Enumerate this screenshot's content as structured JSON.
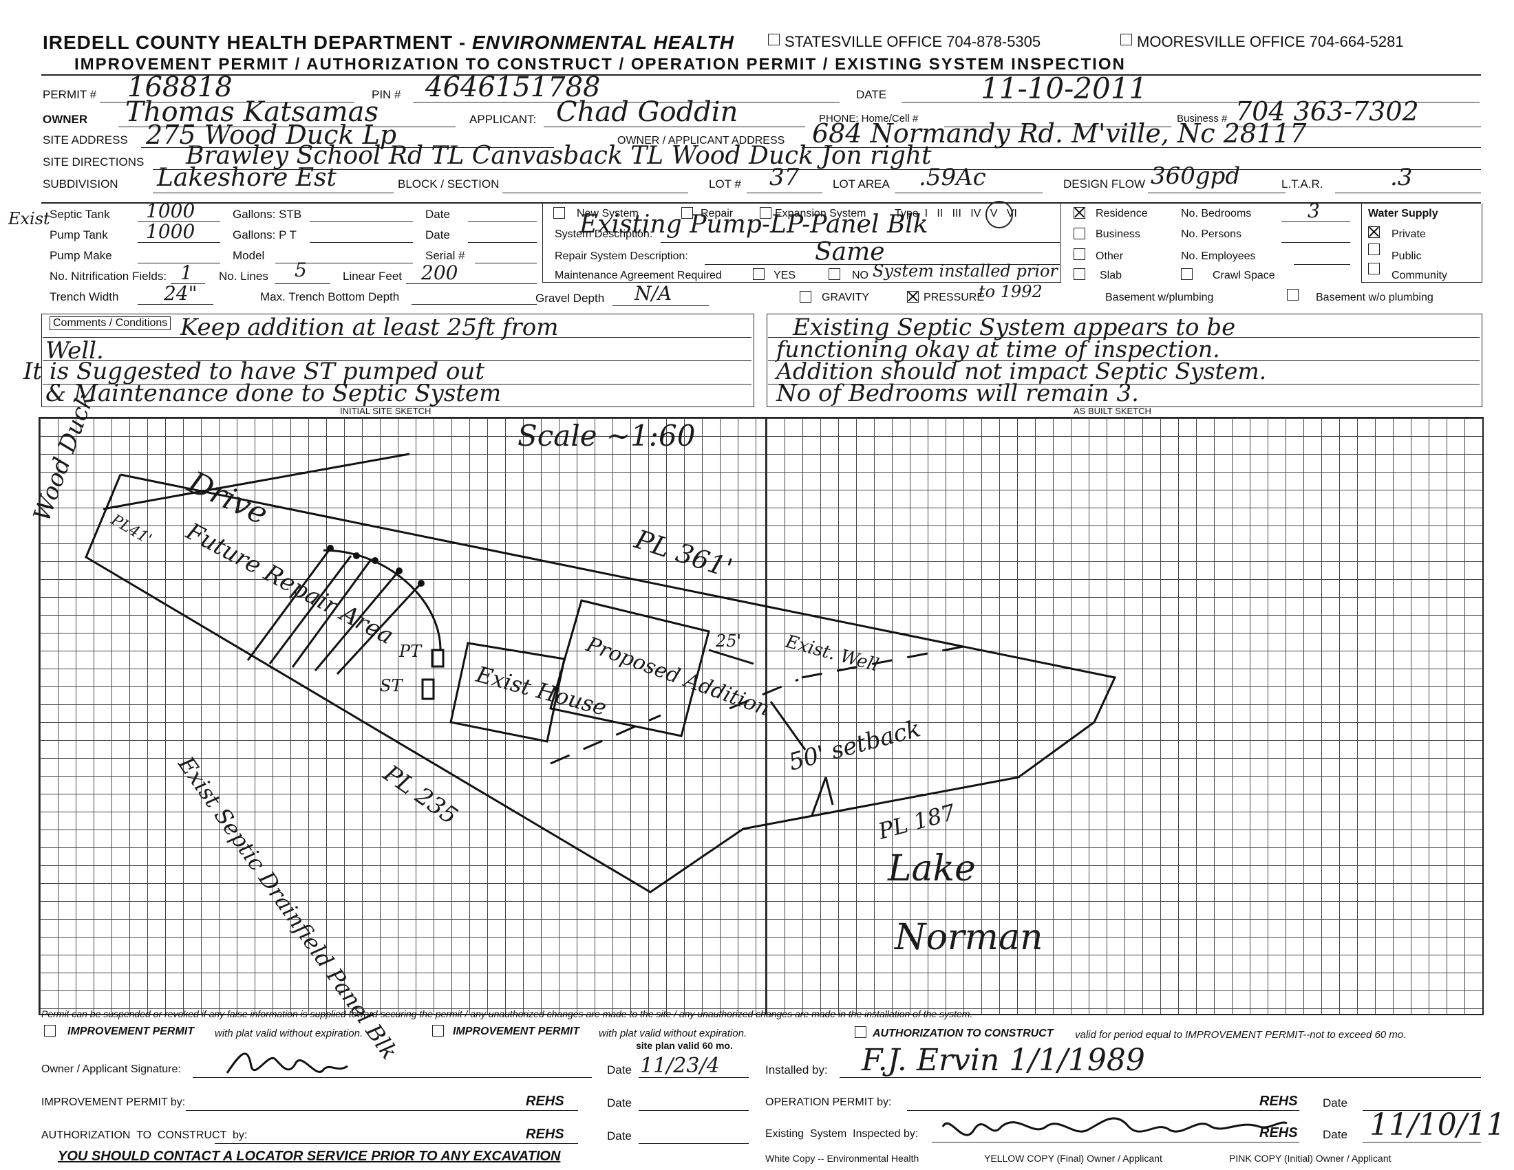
{
  "header": {
    "agency": "IREDELL COUNTY HEALTH DEPARTMENT -",
    "division": "ENVIRONMENTAL HEALTH",
    "office1": "STATESVILLE OFFICE  704-878-5305",
    "office2": "MOORESVILLE OFFICE  704-664-5281",
    "subtitle": "IMPROVEMENT PERMIT  /  AUTHORIZATION TO CONSTRUCT  /  OPERATION PERMIT  /  EXISTING SYSTEM INSPECTION"
  },
  "labels": {
    "permit": "PERMIT #",
    "pin": "PIN #",
    "date": "DATE",
    "owner": "OWNER",
    "applicant": "APPLICANT:",
    "phone": "PHONE:  Home/Cell #",
    "business": "Business #",
    "site_address": "SITE ADDRESS",
    "owner_app_address": "OWNER / APPLICANT ADDRESS",
    "site_directions": "SITE DIRECTIONS",
    "subdivision": "SUBDIVISION",
    "block": "BLOCK / SECTION",
    "lot": "LOT #",
    "lot_area": "LOT AREA",
    "design_flow": "DESIGN FLOW",
    "ltar": "L.T.A.R."
  },
  "values": {
    "permit": "168818",
    "pin": "4646151788",
    "date": "11-10-2011",
    "owner": "Thomas Katsamas",
    "applicant": "Chad Goddin",
    "business": "704 363-7302",
    "site_address": "275 Wood Duck Lp",
    "owner_app_address": "684 Normandy Rd.  M'ville, Nc 28117",
    "site_directions": "Brawley School Rd TL Canvasback TL Wood Duck Jon right",
    "subdivision": "Lakeshore Est",
    "lot": "37",
    "lot_area": ".59Ac",
    "design_flow": "360gpd",
    "ltar": ".3"
  },
  "system_left": {
    "exist_note": "Exist",
    "septic_tank": "Septic Tank",
    "septic_tank_val": "1000",
    "gallons_stb": "Gallons:  STB",
    "date1": "Date",
    "pump_tank": "Pump Tank",
    "pump_tank_val": "1000",
    "gallons_pt": "Gallons:  P T",
    "date2": "Date",
    "pump_make": "Pump Make",
    "model": "Model",
    "serial": "Serial #",
    "nitrification": "No. Nitrification Fields:",
    "nitrification_val": "1",
    "no_lines": "No. Lines",
    "no_lines_val": "5",
    "linear_feet": "Linear Feet",
    "linear_feet_val": "200",
    "trench_width": "Trench Width",
    "trench_width_val": "24\"",
    "max_trench": "Max. Trench Bottom Depth"
  },
  "system_mid": {
    "new_system": "New System",
    "repair": "Repair",
    "expansion": "Expansion System",
    "type": "Type  I   II   III   IV   V   VI",
    "system_description": "System Description:",
    "system_description_val": "Existing Pump-LP-Panel Blk",
    "repair_description": "Repair System Description:",
    "repair_description_val": "Same",
    "maintenance": "Maintenance Agreement Required",
    "yes": "YES",
    "no": "NO",
    "no_note": "System installed prior",
    "gravel_depth": "Gravel Depth",
    "gravel_depth_val": "N/A",
    "gravity": "GRAVITY",
    "pressure": "PRESSURE",
    "pressure_note": "to 1992"
  },
  "system_right": {
    "residence": "Residence",
    "business": "Business",
    "other": "Other",
    "slab": "Slab",
    "bedrooms": "No. Bedrooms",
    "bedrooms_val": "3",
    "persons": "No. Persons",
    "employees": "No. Employees",
    "crawl": "Crawl Space",
    "basement_with": "Basement w/plumbing",
    "basement_without": "Basement w/o plumbing",
    "water_supply": "Water Supply",
    "private": "Private",
    "public": "Public",
    "community": "Community"
  },
  "comments": {
    "label": "Comments / Conditions",
    "left": [
      "Keep addition at least 25ft from",
      "Well.",
      "It is Suggested to have ST pumped out",
      "& Maintenance done to Septic System"
    ],
    "right": [
      "Existing Septic System appears to be",
      "functioning okay at time of inspection.",
      "Addition should not impact Septic System.",
      "No of Bedrooms will remain 3."
    ]
  },
  "sketch": {
    "initial_label": "INITIAL SITE SKETCH",
    "as_built_label": "AS BUILT SKETCH",
    "scale": "Scale ~1:60",
    "wood_duck": "Wood Duck",
    "pl41": "PL41'",
    "drive": "Drive",
    "future_repair": "Future Repair Area",
    "pl361": "PL 361'",
    "pt": "PT",
    "st": "ST",
    "exist_house": "Exist House",
    "proposed_addition": "Proposed Addition",
    "dist25": "25'",
    "exist_well": "Exist. Well",
    "setback": "50' setback",
    "pl235": "PL 235",
    "exist_septic": "Exist Septic Drainfield Panel Blk",
    "pl187": "PL 187",
    "lake": "Lake",
    "norman": "Norman"
  },
  "footer": {
    "revoke_note": "Permit can be suspended or revoked if any false information is supplied toward securing the permit / any unauthorized changes are made to the site / any unauthorized changes are made in the installation of the system.",
    "ip1": "IMPROVEMENT PERMIT",
    "ip1_suffix": "with plat valid without expiration.",
    "ip2": "IMPROVEMENT PERMIT",
    "ip2_suffix": "with plat valid without expiration.",
    "site_plan_note": "site plan valid 60 mo.",
    "atc": "AUTHORIZATION TO CONSTRUCT",
    "atc_suffix": "valid for period equal to IMPROVEMENT PERMIT--not to exceed 60 mo.",
    "owner_sig": "Owner / Applicant Signature:",
    "owner_sig_date": "11/23/4",
    "date": "Date",
    "installed_by": "Installed by:",
    "installed_by_val": "F.J. Ervin  1/1/1989",
    "ip_by": "IMPROVEMENT PERMIT by:",
    "rehs": "REHS",
    "op_by": "OPERATION PERMIT by:",
    "atc_by": "AUTHORIZATION  TO  CONSTRUCT  by:",
    "existing_inspected": "Existing  System  Inspected by:",
    "inspected_date": "11/10/11",
    "locator": "YOU SHOULD CONTACT A LOCATOR SERVICE PRIOR TO ANY EXCAVATION",
    "copy_white": "White Copy -- Environmental Health",
    "copy_yellow": "YELLOW  COPY (Final) Owner / Applicant",
    "copy_pink": "PINK COPY (Initial)  Owner / Applicant"
  }
}
